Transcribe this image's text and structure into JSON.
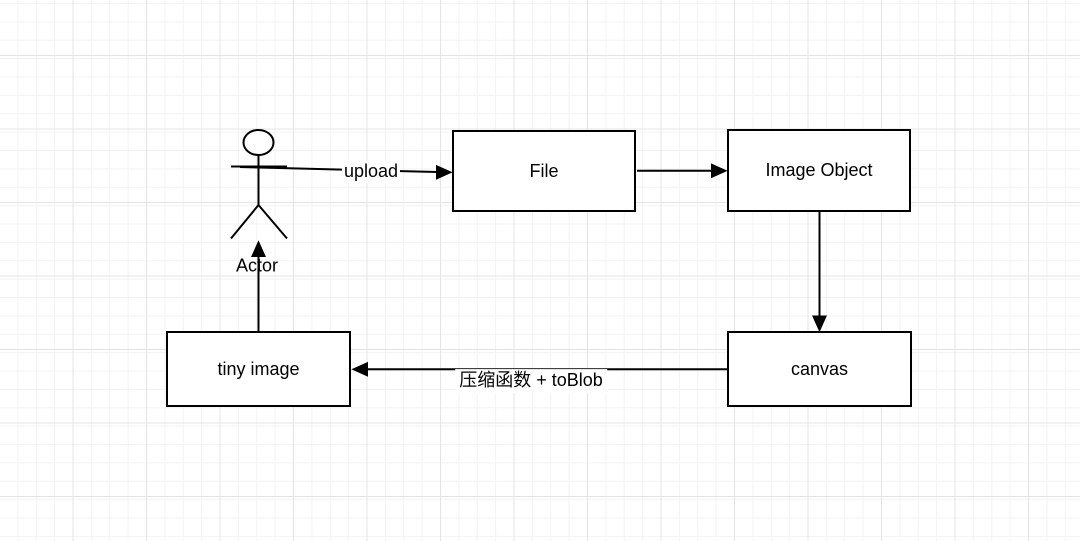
{
  "diagram": {
    "actor_label": "Actor",
    "nodes": [
      {
        "id": "file",
        "label": "File"
      },
      {
        "id": "image-object",
        "label": "Image Object"
      },
      {
        "id": "canvas",
        "label": "canvas"
      },
      {
        "id": "tiny-image",
        "label": "tiny image"
      }
    ],
    "edges": [
      {
        "from": "actor",
        "to": "file",
        "label": "upload"
      },
      {
        "from": "file",
        "to": "image-object",
        "label": ""
      },
      {
        "from": "image-object",
        "to": "canvas",
        "label": ""
      },
      {
        "from": "canvas",
        "to": "tiny-image",
        "label": "压缩函数 + toBlob"
      },
      {
        "from": "tiny-image",
        "to": "actor",
        "label": ""
      }
    ],
    "colors": {
      "stroke": "#000000",
      "node_fill": "#ffffff",
      "grid_minor": "#f3f3f4",
      "grid_major": "#e4e4e6",
      "background": "#ffffff"
    }
  }
}
